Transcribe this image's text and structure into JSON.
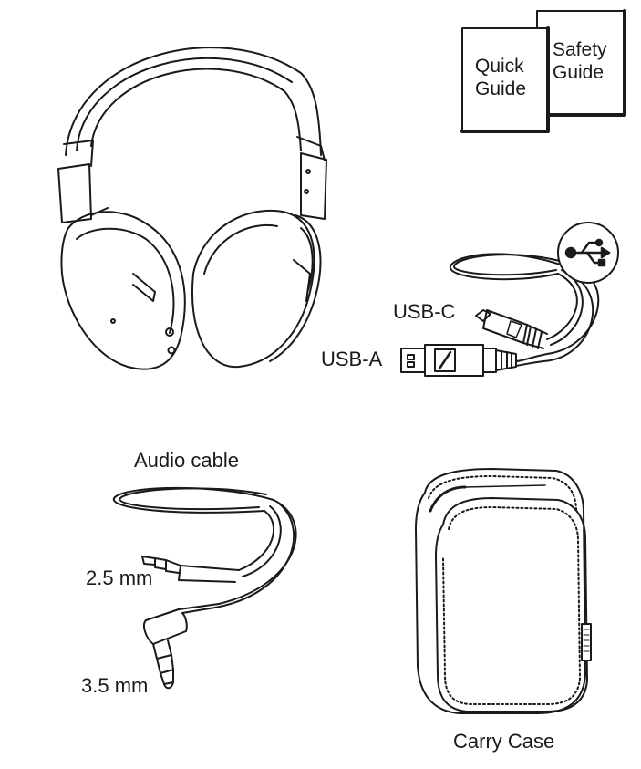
{
  "guides": {
    "quick_guide": [
      "Quick",
      "Guide"
    ],
    "safety_guide": [
      "Safety",
      "Guide"
    ]
  },
  "usb_cable": {
    "usb_c_label": "USB-C",
    "usb_a_label": "USB-A"
  },
  "audio_cable": {
    "title": "Audio cable",
    "plug_small_label": "2.5 mm",
    "plug_large_label": "3.5 mm"
  },
  "carry_case": {
    "label": "Carry Case"
  },
  "colors": {
    "line": "#1a1a1a",
    "background": "#ffffff"
  }
}
